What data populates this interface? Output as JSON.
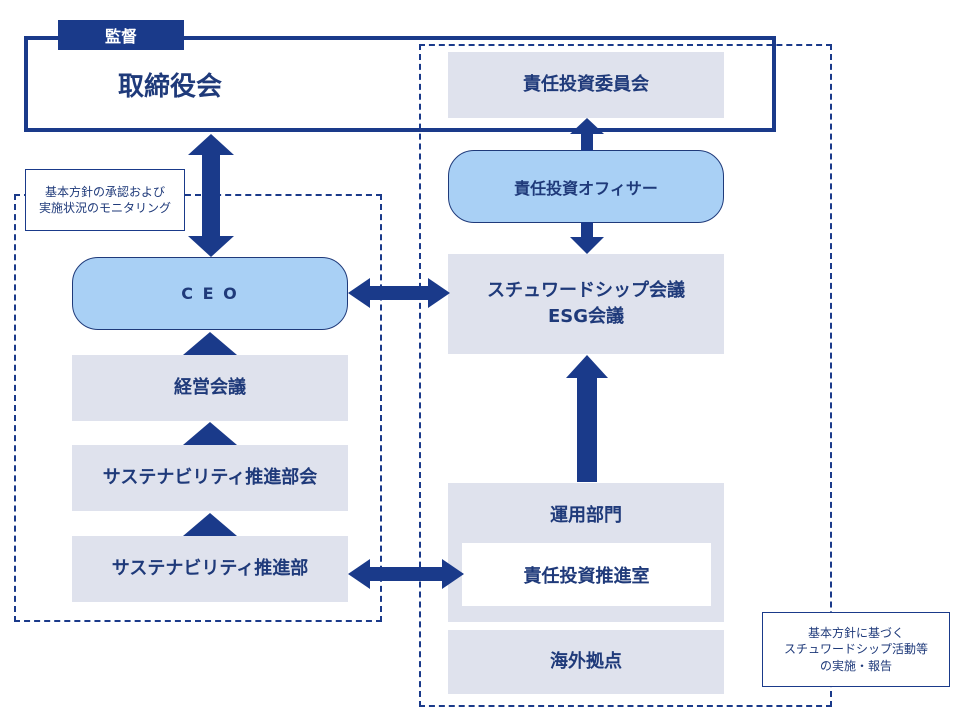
{
  "supervision_tag": "監督",
  "board": "取締役会",
  "committee": "責任投資委員会",
  "officer": "責任投資オフィサー",
  "ceo": "C E O",
  "stewardship_meeting": {
    "line1": "スチュワードシップ会議",
    "line2": "ESG会議"
  },
  "management_meeting": "経営会議",
  "sustainability_council": "サステナビリティ推進部会",
  "sustainability_dept": "サステナビリティ推進部",
  "investment_division": "運用部門",
  "responsible_investment_office": "責任投資推進室",
  "overseas_bases": "海外拠点",
  "note_left": {
    "line1": "基本方針の承認および",
    "line2": "実施状況のモニタリング"
  },
  "note_right": {
    "line1": "基本方針に基づく",
    "line2": "スチュワードシップ活動等",
    "line3": "の実施・報告"
  },
  "colors": {
    "navy": "#1a3a8a",
    "box_fill": "#dfe2ed",
    "pill_fill": "#a9d0f5"
  }
}
